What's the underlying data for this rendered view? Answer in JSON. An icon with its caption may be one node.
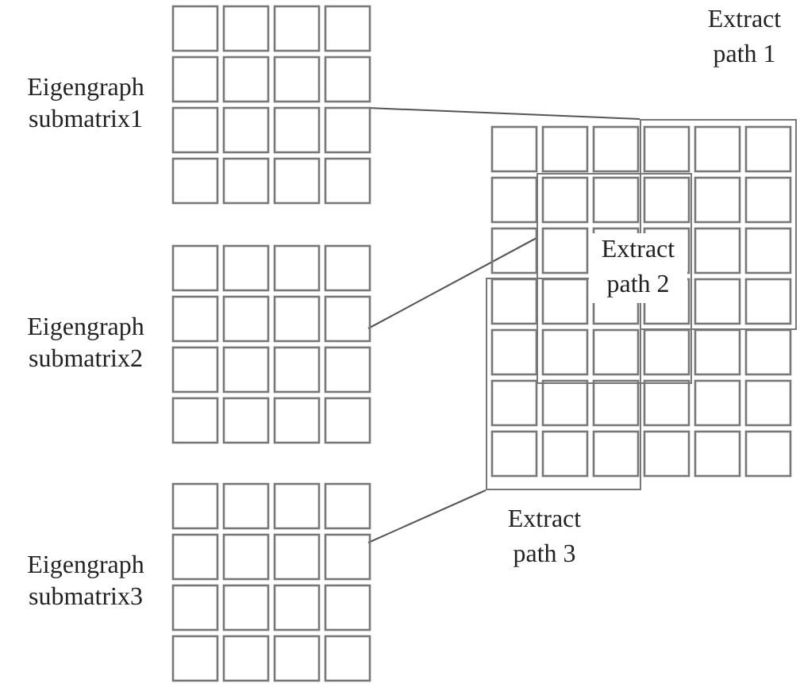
{
  "diagram": {
    "nodes": [
      {
        "text": [],
        "shape": "box",
        "beside": [
          "Eigengraph submatrix1"
        ]
      },
      {
        "text": [],
        "shape": "box",
        "beside": [
          "Eigengraph submatrix2"
        ]
      },
      {
        "text": [],
        "shape": "box",
        "beside": [
          "Eigengraph submatrix3"
        ]
      },
      {
        "text": [],
        "shape": "box"
      },
      {
        "text": [
          "Extract path 1"
        ]
      },
      {
        "text": [
          "Extract path 2"
        ],
        "in": 3
      },
      {
        "text": [
          "Extract path 3"
        ]
      }
    ],
    "edges": [
      {
        "from": 0,
        "to": 4,
        "arrow": "none"
      },
      {
        "from": 1,
        "to": 5,
        "arrow": "none"
      },
      {
        "from": 2,
        "to": 6,
        "arrow": "none"
      }
    ]
  }
}
